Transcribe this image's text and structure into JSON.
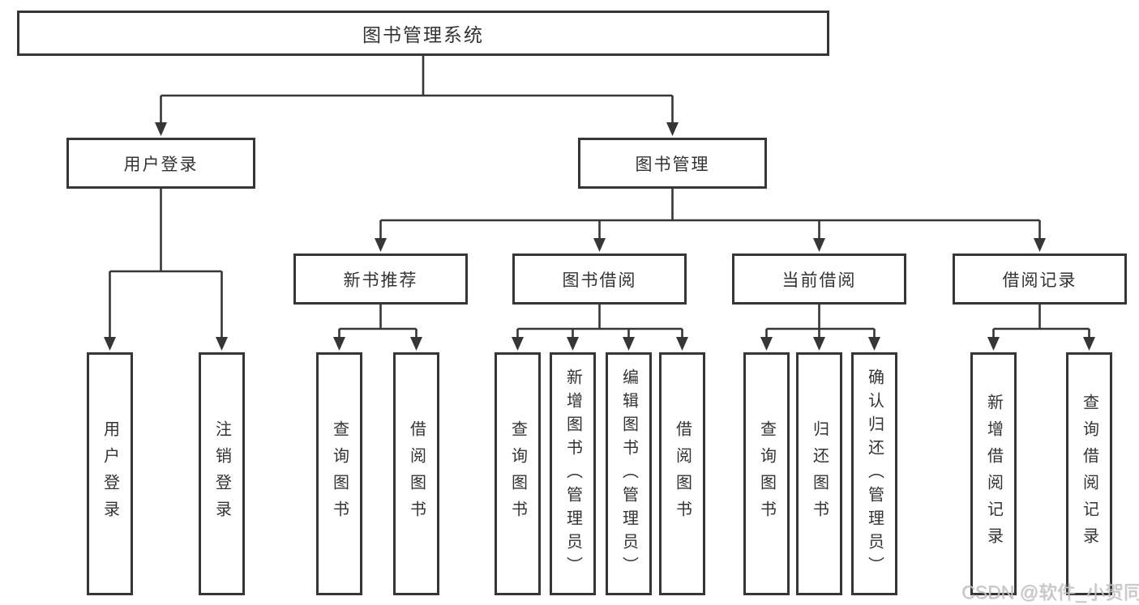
{
  "diagram": {
    "title": "图书管理系统",
    "root": {
      "label": "图书管理系统"
    },
    "level2": [
      {
        "label": "用户登录",
        "parent": "图书管理系统"
      },
      {
        "label": "图书管理",
        "parent": "图书管理系统"
      }
    ],
    "level3": [
      {
        "label": "新书推荐",
        "parent": "图书管理"
      },
      {
        "label": "图书借阅",
        "parent": "图书管理"
      },
      {
        "label": "当前借阅",
        "parent": "图书管理"
      },
      {
        "label": "借阅记录",
        "parent": "图书管理"
      }
    ],
    "leaves": [
      {
        "label": "用户登录",
        "parent": "用户登录"
      },
      {
        "label": "注销登录",
        "parent": "用户登录"
      },
      {
        "label": "查询图书",
        "parent": "新书推荐"
      },
      {
        "label": "借阅图书",
        "parent": "新书推荐"
      },
      {
        "label": "查询图书",
        "parent": "图书借阅"
      },
      {
        "label": "新增图书（管理员）",
        "parent": "图书借阅"
      },
      {
        "label": "编辑图书（管理员）",
        "parent": "图书借阅"
      },
      {
        "label": "借阅图书",
        "parent": "图书借阅"
      },
      {
        "label": "查询图书",
        "parent": "当前借阅"
      },
      {
        "label": "归还图书",
        "parent": "当前借阅"
      },
      {
        "label": "确认归还（管理员）",
        "parent": "当前借阅"
      },
      {
        "label": "新增借阅记录",
        "parent": "借阅记录"
      },
      {
        "label": "查询借阅记录",
        "parent": "借阅记录"
      }
    ]
  },
  "watermark": {
    "text": "CSDN @软件_小贺同学"
  },
  "colors": {
    "line": "#363636",
    "text": "#333333",
    "background": "#ffffff",
    "watermark": "#c3c3c3"
  }
}
